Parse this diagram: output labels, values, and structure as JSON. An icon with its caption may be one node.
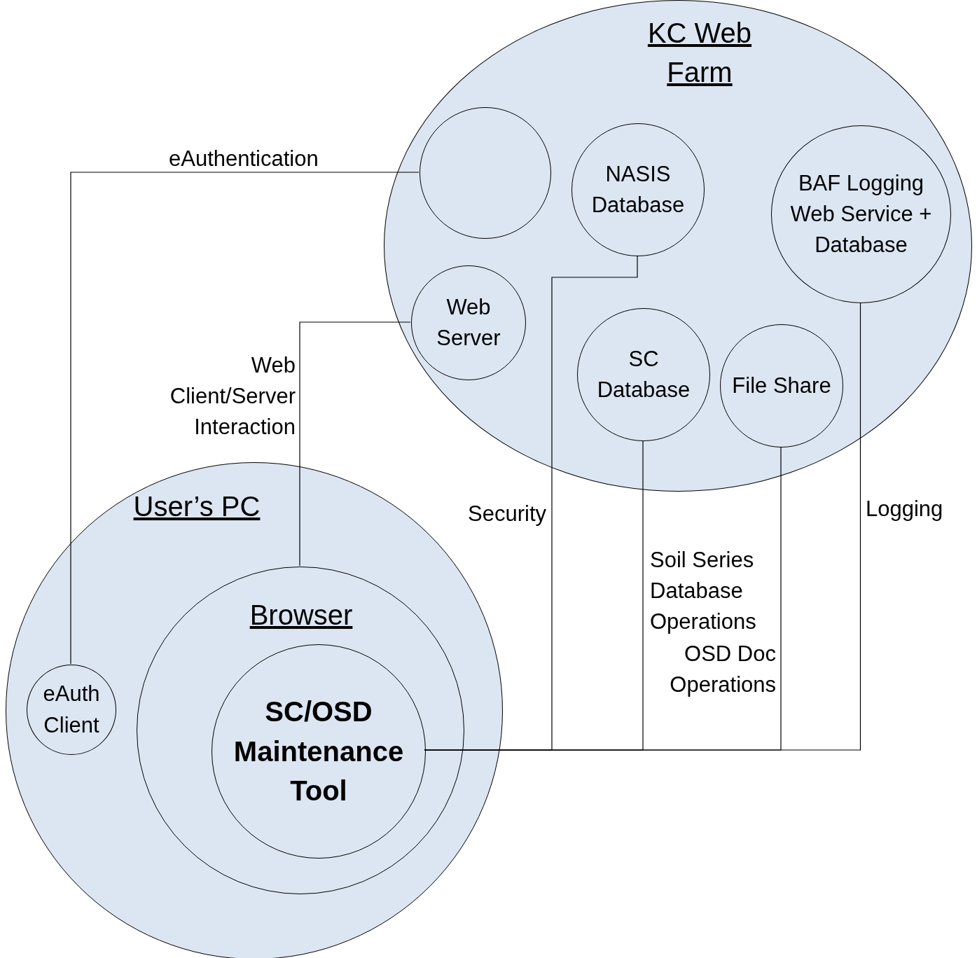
{
  "diagram": {
    "nodes": [
      {
        "text": [
          "KC Web Farm"
        ]
      },
      {
        "text": [],
        "shape": "circle",
        "in": 0
      },
      {
        "text": [
          "NASIS Database"
        ],
        "in": 0
      },
      {
        "text": [
          "BAF Logging Web Service + Database"
        ],
        "in": 0
      },
      {
        "text": [
          "Web Server"
        ],
        "in": 0
      },
      {
        "text": [
          "SC Database"
        ],
        "in": 0
      },
      {
        "text": [
          "File Share"
        ],
        "in": 0
      },
      {
        "text": [
          "User’s PC"
        ]
      },
      {
        "text": [
          "eAuth Client"
        ],
        "in": 7
      },
      {
        "text": [
          "Browser"
        ],
        "in": 7
      },
      {
        "text": [
          "SC/OSD Maintenance Tool"
        ],
        "in": 9
      }
    ],
    "edges": [
      {
        "from": 8,
        "to": 1,
        "arrow": "none",
        "label": "eAuthentication"
      },
      {
        "from": 9,
        "to": 4,
        "arrow": "none",
        "label": "Web Client/Server Interaction"
      },
      {
        "from": 10,
        "to": 2,
        "arrow": "none",
        "label": "Security"
      },
      {
        "from": 10,
        "to": 5,
        "arrow": "none",
        "label": "Soil Series Database Operations"
      },
      {
        "from": 10,
        "to": 6,
        "arrow": "none",
        "label": "OSD Doc Operations"
      },
      {
        "from": 10,
        "to": 3,
        "arrow": "none",
        "label": "Logging"
      }
    ]
  }
}
